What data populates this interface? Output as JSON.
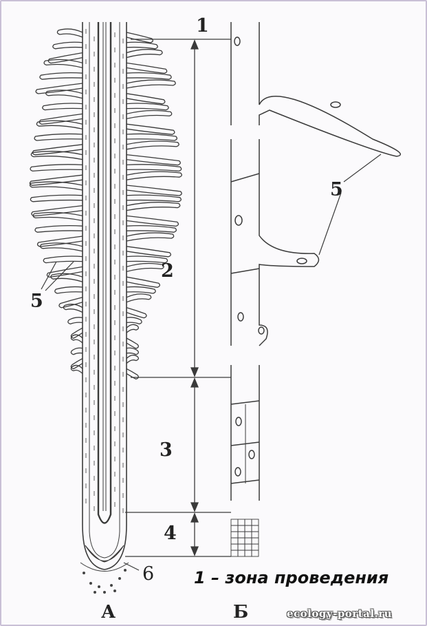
{
  "zones": [
    {
      "number": "1"
    },
    {
      "number": "2"
    },
    {
      "number": "3"
    },
    {
      "number": "4"
    }
  ],
  "labels": {
    "root_hair": "5",
    "root_cap": "6",
    "part_a": "А",
    "part_b": "Б"
  },
  "caption": "1 – зона проведения",
  "watermark": "ecology-portal.ru",
  "colors": {
    "line": "#3a3a3a",
    "background": "#fbfafc",
    "frame": "#c9bfd6"
  }
}
